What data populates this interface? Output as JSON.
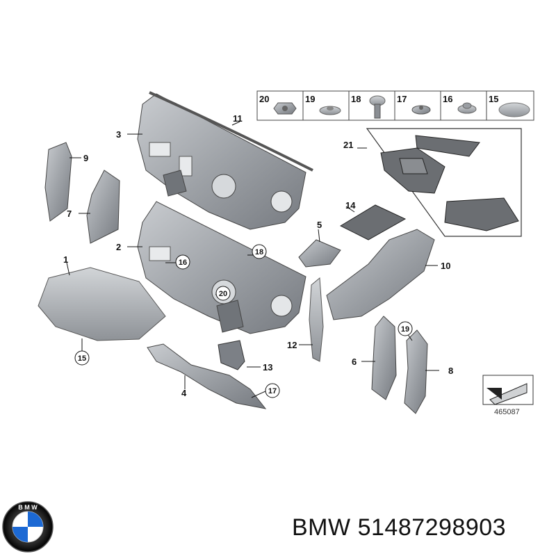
{
  "diagram": {
    "callouts": [
      {
        "id": "c1",
        "label": "1"
      },
      {
        "id": "c2",
        "label": "2"
      },
      {
        "id": "c3",
        "label": "3"
      },
      {
        "id": "c4",
        "label": "4"
      },
      {
        "id": "c5",
        "label": "5"
      },
      {
        "id": "c6",
        "label": "6"
      },
      {
        "id": "c7",
        "label": "7"
      },
      {
        "id": "c8",
        "label": "8"
      },
      {
        "id": "c9",
        "label": "9"
      },
      {
        "id": "c10",
        "label": "10"
      },
      {
        "id": "c11",
        "label": "11"
      },
      {
        "id": "c12",
        "label": "12"
      },
      {
        "id": "c13",
        "label": "13"
      },
      {
        "id": "c14",
        "label": "14"
      },
      {
        "id": "c21",
        "label": "21"
      }
    ],
    "circled_callouts": [
      {
        "id": "cc15",
        "label": "15"
      },
      {
        "id": "cc16",
        "label": "16"
      },
      {
        "id": "cc17",
        "label": "17"
      },
      {
        "id": "cc18",
        "label": "18"
      },
      {
        "id": "cc19",
        "label": "19"
      },
      {
        "id": "cc20",
        "label": "20"
      }
    ],
    "fastener_strip": [
      "20",
      "19",
      "18",
      "17",
      "16",
      "15"
    ],
    "diagram_number": "465087"
  },
  "footer": {
    "brand": "BMW",
    "part_number": "51487298903"
  },
  "colors": {
    "part_fill": "#a9adb2",
    "part_dark": "#7c8086",
    "part_light": "#d3d6d9",
    "pad_fill": "#6b6e72",
    "line": "#1a1a1a",
    "logo_blue": "#1c69d4"
  }
}
